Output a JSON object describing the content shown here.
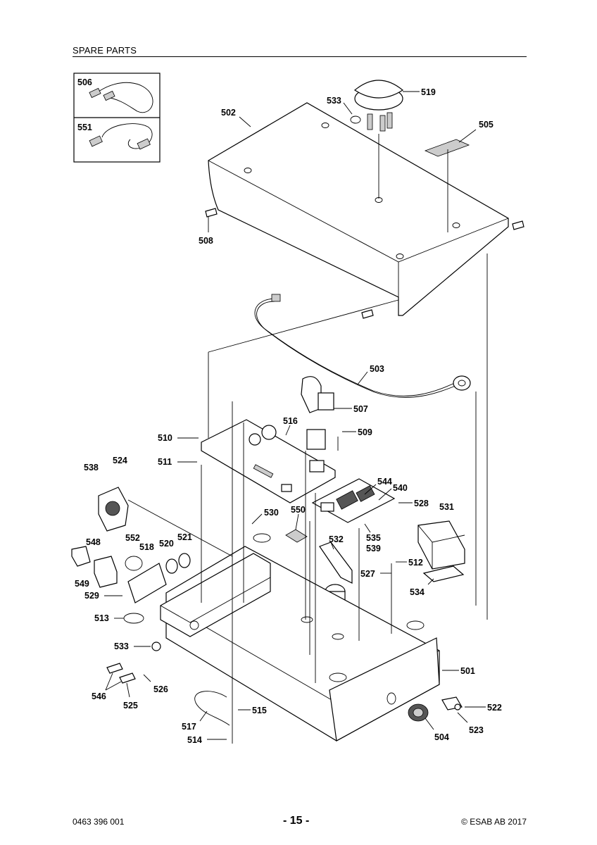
{
  "header": {
    "title": "SPARE PARTS"
  },
  "footer": {
    "doc_number": "0463 396 001",
    "page_number": "- 15 -",
    "copyright": "© ESAB AB 2017"
  },
  "labels": {
    "p501": "501",
    "p502": "502",
    "p503": "503",
    "p504": "504",
    "p505": "505",
    "p506": "506",
    "p507": "507",
    "p508": "508",
    "p509": "509",
    "p510": "510",
    "p511": "511",
    "p512": "512",
    "p513": "513",
    "p514": "514",
    "p515": "515",
    "p516": "516",
    "p517": "517",
    "p518": "518",
    "p519": "519",
    "p520": "520",
    "p521": "521",
    "p522": "522",
    "p523": "523",
    "p524": "524",
    "p525": "525",
    "p526": "526",
    "p527": "527",
    "p528": "528",
    "p529": "529",
    "p530": "530",
    "p531": "531",
    "p532": "532",
    "p533a": "533",
    "p533b": "533",
    "p534": "534",
    "p535": "535",
    "p538": "538",
    "p539": "539",
    "p540": "540",
    "p544": "544",
    "p546": "546",
    "p548": "548",
    "p549": "549",
    "p550": "550",
    "p551": "551",
    "p552": "552"
  }
}
